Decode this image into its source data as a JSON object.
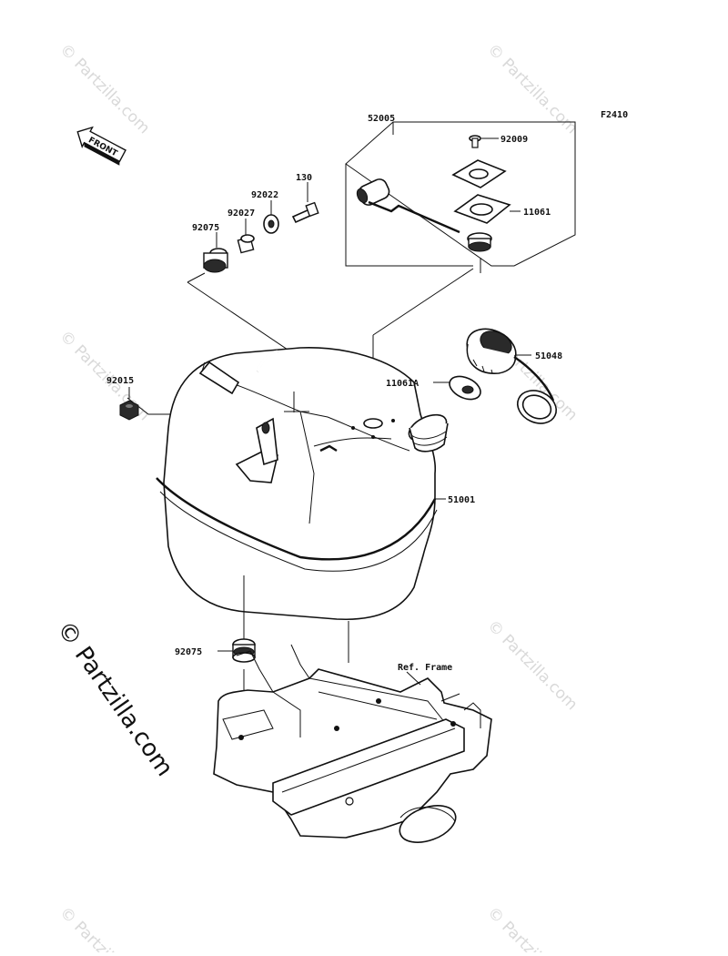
{
  "figure_code": "F2410",
  "front_label": "FRONT",
  "watermark_text": "© Partzilla.com",
  "watermark_main": "© Partzilla.com",
  "ref_frame_label": "Ref. Frame",
  "parts": [
    {
      "id": "52005",
      "name": "52005"
    },
    {
      "id": "92009",
      "name": "92009"
    },
    {
      "id": "11061",
      "name": "11061"
    },
    {
      "id": "130",
      "name": "130"
    },
    {
      "id": "92022",
      "name": "92022"
    },
    {
      "id": "92027",
      "name": "92027"
    },
    {
      "id": "92075_top",
      "name": "92075"
    },
    {
      "id": "51048",
      "name": "51048"
    },
    {
      "id": "92015",
      "name": "92015"
    },
    {
      "id": "11061A",
      "name": "11061A"
    },
    {
      "id": "51001",
      "name": "51001"
    },
    {
      "id": "92075_bottom",
      "name": "92075"
    }
  ]
}
